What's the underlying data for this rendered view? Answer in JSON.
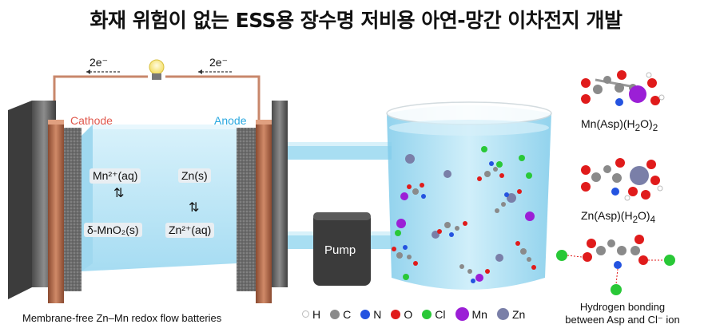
{
  "title": "화재 위험이 없는 ESS용 장수명 저비용 아연-망간 이차전지 개발",
  "cell": {
    "electron_left": "2e⁻",
    "electron_right": "2e⁻",
    "cathode_label": "Cathode",
    "anode_label": "Anode",
    "cathode_top": "Mn²⁺(aq)",
    "cathode_bottom": "δ-MnO₂(s)",
    "anode_top": "Zn(s)",
    "anode_bottom": "Zn²⁺(aq)",
    "pump_label": "Pump",
    "caption": "Membrane-free Zn–Mn redox flow batteries",
    "colors": {
      "cathode": "#e0584c",
      "anode": "#29a8e0",
      "electrolyte": "#bfe7f7",
      "electrode": "#b5704f"
    }
  },
  "legend": [
    {
      "symbol": "H",
      "color": "#ffffff"
    },
    {
      "symbol": "C",
      "color": "#8a8a8a"
    },
    {
      "symbol": "N",
      "color": "#2453e0"
    },
    {
      "symbol": "O",
      "color": "#e01b1b"
    },
    {
      "symbol": "Cl",
      "color": "#29c837"
    },
    {
      "symbol": "Mn",
      "color": "#9b1fd6"
    },
    {
      "symbol": "Zn",
      "color": "#7a7fa8"
    }
  ],
  "molecules": [
    {
      "name_main": "Mn(Asp)(H",
      "sub1": "2",
      "mid": "O)",
      "sub2": "2"
    },
    {
      "name_main": "Zn(Asp)(H",
      "sub1": "2",
      "mid": "O)",
      "sub2": "4"
    }
  ],
  "hbond_caption_line1": "Hydrogen bonding",
  "hbond_caption_line2": "between Asp and Cl⁻ ion"
}
